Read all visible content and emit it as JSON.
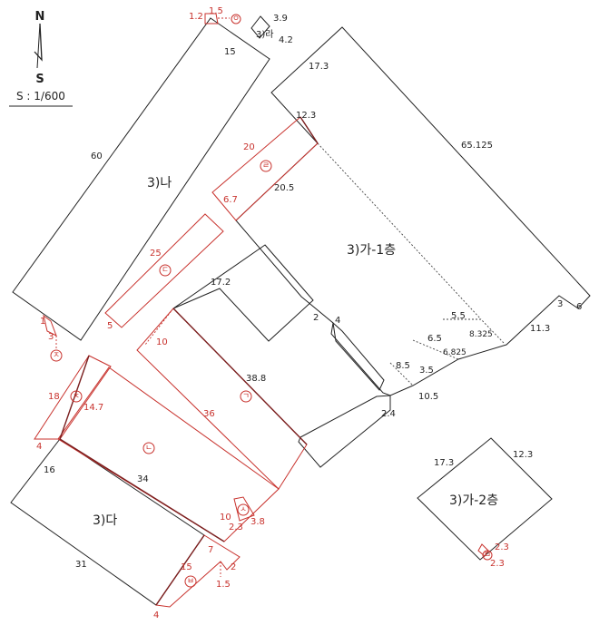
{
  "legend": {
    "north": "N",
    "south": "S",
    "scale": "S : 1/600"
  },
  "buildings": {
    "ga1": "3)가-1층",
    "ga2": "3)가-2층",
    "na": "3)나",
    "da": "3)다",
    "ra": "3)라"
  },
  "markers": {
    "giyeok": "ㄱ",
    "nieun": "ㄴ",
    "digeut": "ㄷ",
    "rieul": "ㄹ",
    "mieum": "ㅁ",
    "bieup": "ㅂ",
    "siot": "ㅅ",
    "ieung": "ㅇ",
    "jieut": "ㅈ",
    "chieut": "ㅊ"
  },
  "dims_black": {
    "d60": "60",
    "d15": "15",
    "d3_9": "3.9",
    "d4_2": "4.2",
    "d17_3a": "17.3",
    "d12_3a": "12.3",
    "d65": "65.125",
    "d20_5": "20.5",
    "d17_2": "17.2",
    "d2": "2",
    "d4": "4",
    "d38_8": "38.8",
    "d5_5": "5.5",
    "d8_325": "8.325",
    "d6_5": "6.5",
    "d6_825": "6.825",
    "d3": "3",
    "d6": "6",
    "d11_3": "11.3",
    "d8_5": "8.5",
    "d3_5": "3.5",
    "d10_5": "10.5",
    "d2_4": "2.4",
    "d16": "16",
    "d34": "34",
    "d31": "31",
    "d17_3b": "17.3",
    "d12_3b": "12.3"
  },
  "dims_red": {
    "r1_2": "1.2",
    "r1_5a": "1.5",
    "r20": "20",
    "r6_7": "6.7",
    "r25": "25",
    "r5": "5",
    "r1": "1",
    "r3": "3",
    "r10": "10",
    "r36": "36",
    "r18": "18",
    "r14_7": "14.7",
    "r4a": "4",
    "r10b": "10",
    "r2_3a": "2.3",
    "r3_8": "3.8",
    "r7": "7",
    "r2": "2",
    "r1_5b": "1.5",
    "r15": "15",
    "r4b": "4",
    "r2_3b": "2.3",
    "r2_3c": "2.3"
  }
}
